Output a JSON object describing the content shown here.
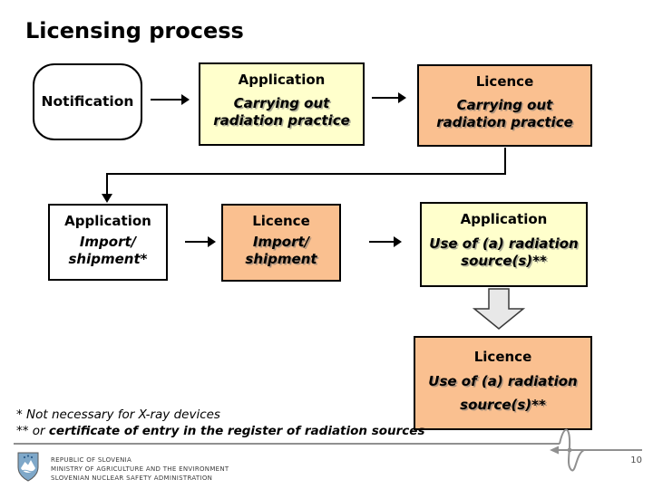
{
  "slide": {
    "title": "Licensing process"
  },
  "flow": {
    "notification": {
      "label": "Notification"
    },
    "boxes": [
      {
        "title": "Application",
        "subtitle": "Carrying out radiation practice",
        "variant": "yellow"
      },
      {
        "title": "Licence",
        "subtitle": "Carrying out radiation practice",
        "variant": "orange"
      },
      {
        "title": "Application",
        "subtitle": "Import/ shipment*",
        "variant": "white"
      },
      {
        "title": "Licence",
        "subtitle": "Import/ shipment",
        "variant": "orange"
      },
      {
        "title": "Application",
        "subtitle": "Use of (a) radiation source(s)**",
        "variant": "yellow"
      },
      {
        "title": "Licence",
        "subtitle": "Use of (a) radiation source(s)**",
        "variant": "orange"
      }
    ]
  },
  "footnotes": {
    "line1": "* Not necessary for X-ray devices",
    "line2_prefix": "** or ",
    "line2_emphasis": "certificate of entry in the register of radiation sources"
  },
  "footer": {
    "org_line1": "REPUBLIC OF SLOVENIA",
    "org_line2": "MINISTRY OF AGRICULTURE AND THE ENVIRONMENT",
    "org_line3": "SLOVENIAN NUCLEAR SAFETY ADMINISTRATION",
    "page_number": "10"
  },
  "icons": {
    "logo": "slovenia-coat-of-arms",
    "decoration": "pulse-line"
  },
  "colors": {
    "application_fill": "#FFFFCC",
    "licence_fill": "#FAC090",
    "plain_box_fill": "#FFFFFF",
    "border": "#000000",
    "block_arrow_fill": "#E8E8E8",
    "decor_gray": "#909090",
    "logo_blue": "#7FA8C9"
  }
}
